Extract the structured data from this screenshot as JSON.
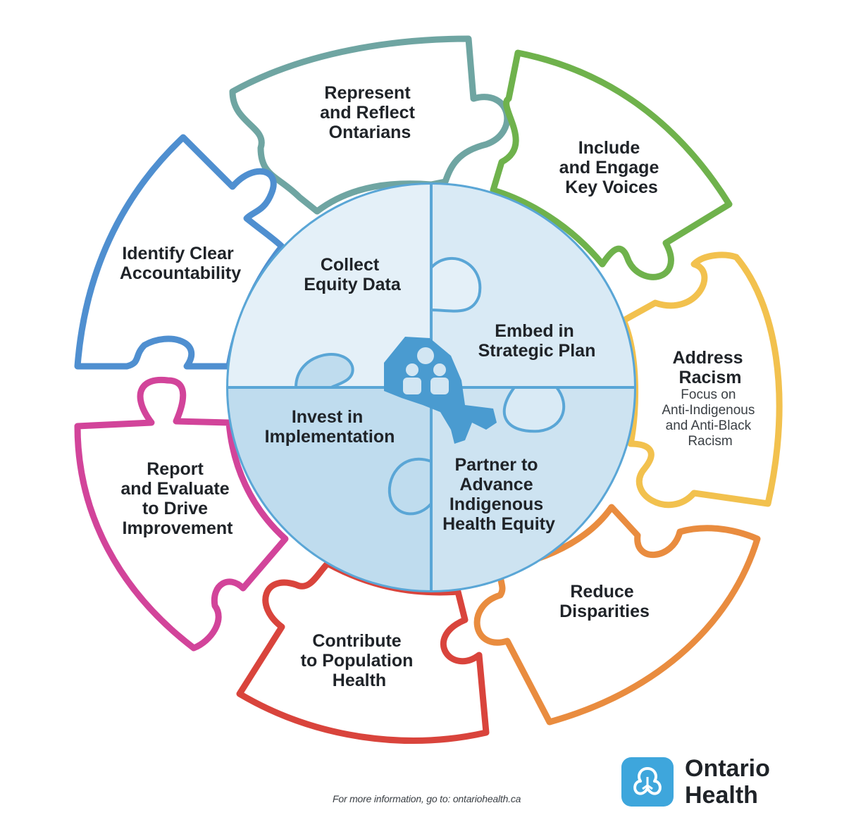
{
  "outer_pieces": [
    {
      "id": "represent",
      "lines": [
        "Represent",
        "and Reflect",
        "Ontarians"
      ],
      "color": "#6fa5a2"
    },
    {
      "id": "include",
      "lines": [
        "Include",
        "and Engage",
        "Key Voices"
      ],
      "color": "#6fb24c"
    },
    {
      "id": "address",
      "lines": [
        "Address",
        "Racism"
      ],
      "sublines": [
        "Focus on",
        "Anti-Indigenous",
        "and Anti-Black",
        "Racism"
      ],
      "color": "#f2c14e"
    },
    {
      "id": "reduce",
      "lines": [
        "Reduce",
        "Disparities"
      ],
      "color": "#e98c3f"
    },
    {
      "id": "contribute",
      "lines": [
        "Contribute",
        "to Population",
        "Health"
      ],
      "color": "#d9443c"
    },
    {
      "id": "report",
      "lines": [
        "Report",
        "and Evaluate",
        "to Drive",
        "Improvement"
      ],
      "color": "#d2449a"
    },
    {
      "id": "identify",
      "lines": [
        "Identify Clear",
        "Accountability"
      ],
      "color": "#4f8fd0"
    }
  ],
  "inner_pieces": [
    {
      "id": "collect",
      "lines": [
        "Collect",
        "Equity Data"
      ]
    },
    {
      "id": "embed",
      "lines": [
        "Embed in",
        "Strategic Plan"
      ]
    },
    {
      "id": "invest",
      "lines": [
        "Invest in",
        "Implementation"
      ]
    },
    {
      "id": "partner",
      "lines": [
        "Partner to",
        "Advance",
        "Indigenous",
        "Health Equity"
      ]
    }
  ],
  "colors": {
    "inner_stroke": "#5aa6d6",
    "inner_light": "#e4f0f8",
    "inner_mid": "#d2e6f3",
    "inner_dark": "#bfdcee",
    "map": "#4a9bd0",
    "logo": "#3ea6dc"
  },
  "center_icon": "ontario-map-people-icon",
  "footer": {
    "text": "For more information, go to: ontariohealth.ca"
  },
  "logo": {
    "icon": "trillium-icon",
    "line1": "Ontario",
    "line2": "Health"
  }
}
